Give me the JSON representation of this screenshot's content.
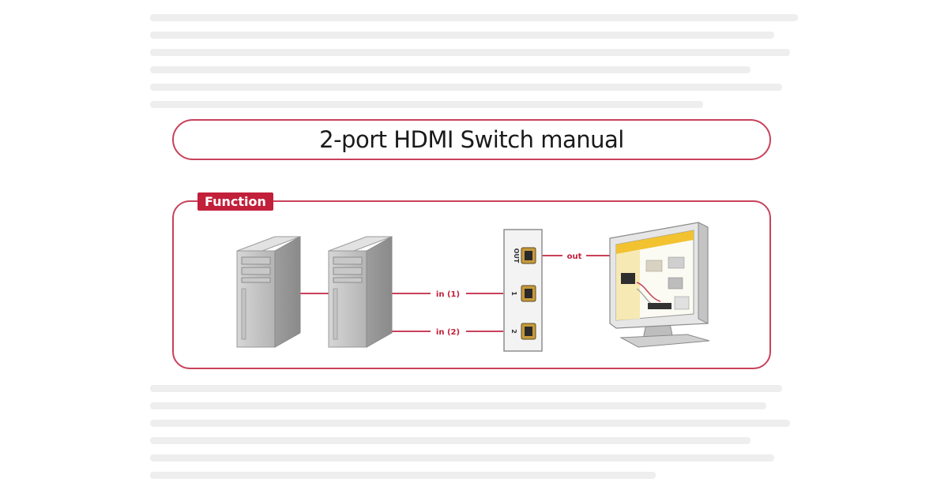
{
  "title": "2-port HDMI Switch manual",
  "function_label": "Function",
  "connections": {
    "in1": "in (1)",
    "in2": "in (2)",
    "out": "out"
  },
  "switch_ports": {
    "out": "OUT",
    "port1": "1",
    "port2": "2"
  },
  "colors": {
    "accent": "#c8415a",
    "label_bg": "#c21f3a",
    "tower_gray": "#b8b8b8",
    "screen_yellow": "#f2c230"
  }
}
